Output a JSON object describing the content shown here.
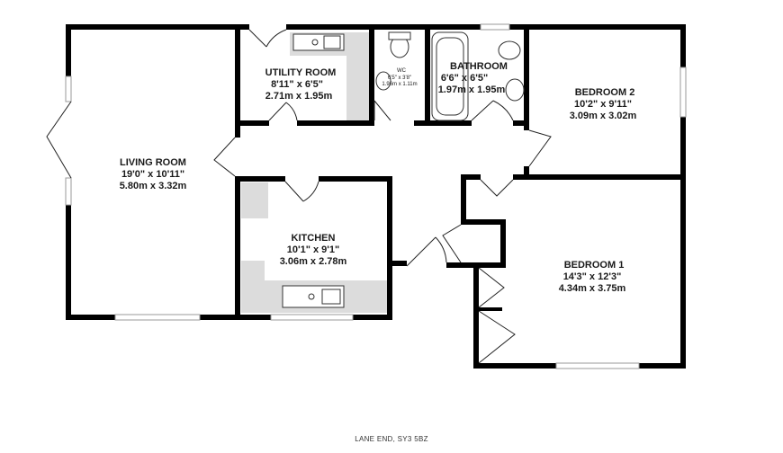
{
  "rooms": {
    "living": {
      "name": "LIVING ROOM",
      "imperial": "19'0\" x 10'11\"",
      "metric": "5.80m  x 3.32m"
    },
    "utility": {
      "name": "UTILITY ROOM",
      "imperial": "8'11\" x 6'5\"",
      "metric": "2.71m  x 1.95m"
    },
    "wc": {
      "name": "WC",
      "imperial": "6'5\" x 3'8\"",
      "metric": "1.96m  x 1.11m"
    },
    "bathroom": {
      "name": "BATHROOM",
      "imperial": "6'6\" x 6'5\"",
      "metric": "1.97m  x 1.95m"
    },
    "bedroom2": {
      "name": "BEDROOM 2",
      "imperial": "10'2\" x 9'11\"",
      "metric": "3.09m  x 3.02m"
    },
    "kitchen": {
      "name": "KITCHEN",
      "imperial": "10'1\" x 9'1\"",
      "metric": "3.06m  x 2.78m"
    },
    "bedroom1": {
      "name": "BEDROOM 1",
      "imperial": "14'3\" x 12'3\"",
      "metric": "4.34m  x 3.75m"
    }
  },
  "footer": {
    "address": "LANE END, SY3 5BZ"
  },
  "colors": {
    "wall": "#000000",
    "fixture_fill": "#dcdcdc",
    "window": "#9a9a9a"
  }
}
